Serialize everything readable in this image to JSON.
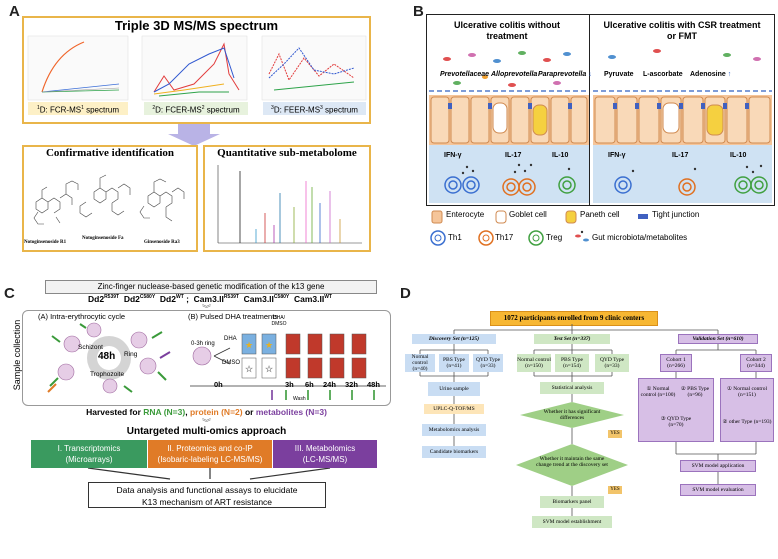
{
  "panel_a": {
    "label": "A",
    "title": "Triple 3D MS/MS spectrum",
    "spectra": [
      {
        "label_pre": "1",
        "label_main": "D: FCR-MS",
        "label_sup": "1",
        "label_post": " spectrum"
      },
      {
        "label_pre": "2",
        "label_main": "D: FCER-MS",
        "label_sup": "2",
        "label_post": " spectrum"
      },
      {
        "label_pre": "3",
        "label_main": "D: FEER-MS",
        "label_sup": "3",
        "label_post": " spectrum"
      }
    ],
    "confirm_title": "Confirmative identification",
    "compounds": [
      "Notoginsenoside R1",
      "Notoginsenoside Fa",
      "Ginsenoside Ra3"
    ],
    "quant_title": "Quantitative sub-metabolome"
  },
  "panel_b": {
    "label": "B",
    "left_title": "Ulcerative colitis without treatment",
    "right_title": "Ulcerative colitis with CSR treatment or FMT",
    "left_microbes": [
      "Prevotellaceae",
      "Alloprevotella",
      "Paraprevotella"
    ],
    "right_metabolites": [
      "Pyruvate",
      "L-ascorbate",
      "Adenosine"
    ],
    "cytokines": [
      "IFN-γ",
      "IL-17",
      "IL-10"
    ],
    "legend": [
      "Enterocyte",
      "Goblet cell",
      "Paneth cell",
      "Tight junction",
      "Th1",
      "Th17",
      "Treg",
      "Gut microbiota/metabolites"
    ]
  },
  "panel_c": {
    "label": "C",
    "header": "Zinc-finger nuclease-based genetic modification of the k13 gene",
    "strains": "Dd2R539T  Dd2C580Y  Dd2WT ;  Cam3.IIR539T  Cam3.IIC580Y  Cam3.IIWT",
    "strain_items": [
      {
        "name": "Dd2",
        "sup": "R539T"
      },
      {
        "name": "Dd2",
        "sup": "C580Y"
      },
      {
        "name": "Dd2",
        "sup": "WT"
      },
      {
        "name": "Cam3.II",
        "sup": "R539T"
      },
      {
        "name": "Cam3.II",
        "sup": "C580Y"
      },
      {
        "name": "Cam3.II",
        "sup": "WT"
      }
    ],
    "side_label": "Sample collection",
    "cycle_title": "(A) Intra-erythrocytic cycle",
    "cycle_center": "48h",
    "stages": [
      "Schizont",
      "Ring",
      "Trophozoite"
    ],
    "pulse_title": "(B) Pulsed DHA treatments",
    "pulse_labels": [
      "0-3h ring",
      "DHA",
      "DMSO",
      "DHA/ DMSO"
    ],
    "times": [
      "0h",
      "3h",
      "6h",
      "24h",
      "32h",
      "48h"
    ],
    "wash": "Wash",
    "harvest_prefix": "Harvested for ",
    "harvest_rna": "RNA (N=3)",
    "harvest_mid": ", ",
    "harvest_protein": "protein (N=2)",
    "harvest_or": " or ",
    "harvest_metab": "metabolites (N=3)",
    "approach": "Untargeted multi-omics approach",
    "omics": [
      {
        "l1": "I. Transcriptomics",
        "l2": "(Microarrays)",
        "color": "#3a9a5f"
      },
      {
        "l1": "II. Proteomics and co-IP",
        "l2": "(Isobaric-labeling LC-MS/MS)",
        "color": "#e07b27"
      },
      {
        "l1": "III. Metabolomics",
        "l2": "(LC-MS/MS)",
        "color": "#7b3f9e"
      }
    ],
    "final_l1": "Data analysis and functional assays to elucidate",
    "final_l2": "K13 mechanism of ART resistance"
  },
  "panel_d": {
    "label": "D",
    "top": "1072 participants enrolled from 9 clinic centers",
    "discovery": "Discovery Set (n=125)",
    "test": "Test Set (n=337)",
    "validation": "Validation Set (n=610)",
    "disc_groups": [
      "Normal control (n=40)",
      "PBS Type (n=41)",
      "QYD Type (n=33)"
    ],
    "disc_steps": [
      "Urine sample",
      "UPLC-Q-TOF/MS",
      "Metabolomics analysis",
      "Candidate biomarkers"
    ],
    "test_groups": [
      "Normal control (n=150)",
      "PBS Type (n=154)",
      "QYD Type (n=33)"
    ],
    "test_steps": [
      "Statistical analysis",
      "Whether it has significant differences",
      "Whether it maintain the same change trend at the discovery set",
      "Biomarkers panel",
      "SVM model establishment"
    ],
    "yes": "YES",
    "cohorts": [
      "Cohort 1 (n=266)",
      "Cohort 2 (n=344)"
    ],
    "cohort1": [
      "① Normal control (n=100)",
      "② PBS Type (n=96)",
      "③ QYD Type (n=70)"
    ],
    "cohort2": [
      "① Normal control (n=151)",
      "② other Type (n=193)"
    ],
    "val_steps": [
      "SVM model application",
      "SVM model evaluation"
    ]
  }
}
